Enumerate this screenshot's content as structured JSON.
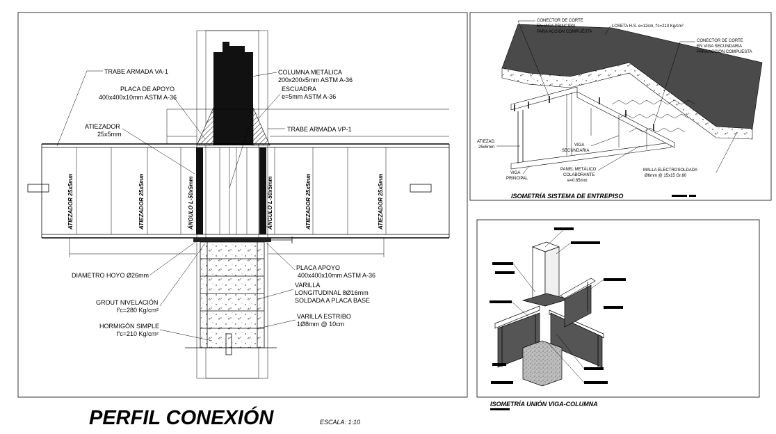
{
  "main_drawing": {
    "title": "PERFIL CONEXIÓN",
    "scale": "ESCALA:  1:10",
    "labels": {
      "trabe_va1": "TRABE ARMADA VA-1",
      "placa_apoyo_l1": "PLACA DE APOYO",
      "placa_apoyo_l2": "400x400x10mm ASTM A-36",
      "columna_l1": "COLUMNA METÁLICA",
      "columna_l2": "200x200x5mm ASTM A-36",
      "escuadra_l1": "ESCUADRA",
      "escuadra_l2": "e=5mm ASTM A-36",
      "atiezador_l1": "ATIEZADOR",
      "atiezador_l2": "25x5mm",
      "trabe_vp1": "TRABE ARMADA VP-1",
      "diametro_hoyo": "DIAMETRO HOYO Ø26mm",
      "grout_l1": "GROUT NIVELACIÓN",
      "grout_l2": "f'c=280 Kg/cm²",
      "hormigon_l1": "HORMIGÓN SIMPLE",
      "hormigon_l2": "f'c=210 Kg/cm²",
      "placa_apoyo2_l1": "PLACA APOYO",
      "placa_apoyo2_l2": "400x400x10mm ASTM A-36",
      "varilla_long_l1": "VARILLA",
      "varilla_long_l2": "LONGITUDINAL 8Ø16mm",
      "varilla_long_l3": "SOLDADA A PLACA BASE",
      "varilla_estribo_l1": "VARILLA ESTRIBO",
      "varilla_estribo_l2": "1Ø8mm @ 10cm"
    },
    "stiffeners": {
      "atiezador": "ATIEZADOR 25x5mm",
      "angulo": "ÁNGULO L-50x5mm"
    }
  },
  "entrepiso": {
    "title": "ISOMETRÍA SISTEMA DE ENTREPISO",
    "labels": {
      "conector_principal_l1": "CONECTOR DE CORTE",
      "conector_principal_l2": "EN VIGA PRINCIPAL",
      "conector_principal_l3": "PARA ACCIÓN COMPUESTA",
      "loseta": "LOSETA H.S. e=12cm, f'c=210 Kg/cm²",
      "conector_secundaria_l1": "CONECTOR DE CORTE",
      "conector_secundaria_l2": "EN VIGA SECUNDARIA",
      "conector_secundaria_l3": "PARA ACCIÓN COMPUESTA",
      "atiezad_l1": "ATIEZAD.",
      "atiezad_l2": "25x5mm",
      "viga_secundaria_l1": "VIGA",
      "viga_secundaria_l2": "SECUNDARIA",
      "panel_l1": "PANEL METÁLICO",
      "panel_l2": "COLABORANTE",
      "panel_l3": "e=0.65mm",
      "viga_principal_l1": "VIGA",
      "viga_principal_l2": "PRINCIPAL",
      "malla_l1": "MALLA ELECTROSOLDADA",
      "malla_l2": "Ø6mm @ 15x15 Gr.60"
    }
  },
  "union": {
    "title": "ISOMETRÍA UNIÓN VIGA-COLUMNA"
  },
  "colors": {
    "ink": "#000000",
    "steel_dark": "#111111",
    "web_gray": "#555555",
    "slab_gray": "#4a4a4a",
    "concrete": "#f4f4f4",
    "background": "#ffffff"
  }
}
